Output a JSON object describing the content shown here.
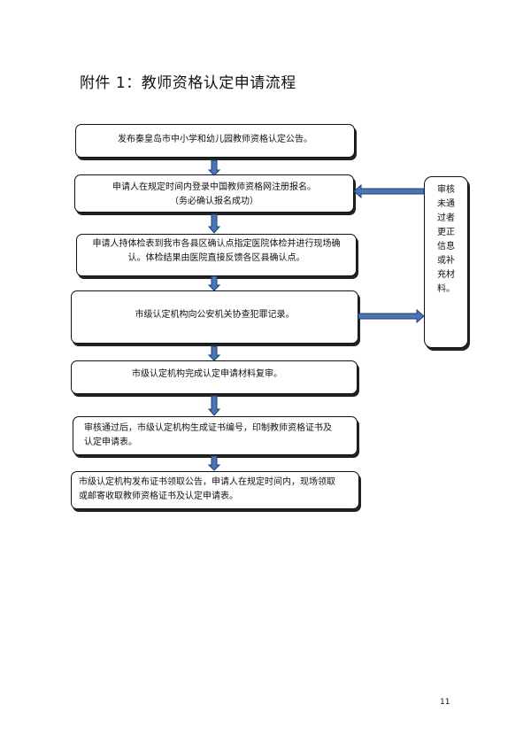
{
  "title": "附件 1：教师资格认定申请流程",
  "steps": [
    {
      "lines": [
        "发布秦皇岛市中小学和幼儿园教师资格认定公告。"
      ]
    },
    {
      "lines": [
        "申请人在规定时间内登录中国教师资格网注册报名。",
        "（务必确认报名成功）"
      ]
    },
    {
      "lines": [
        "申请人持体检表到我市各县区确认点指定医院体检并进行现场确",
        "认。体检结果由医院直接反馈各区县确认点。"
      ]
    },
    {
      "lines": [
        "市级认定机构向公安机关协查犯罪记录。"
      ]
    },
    {
      "lines": [
        "市级认定机构完成认定申请材料复审。"
      ]
    },
    {
      "lines": [
        "审核通过后，市级认定机构生成证书编号，印制教师资格证书及",
        "认定申请表。"
      ]
    },
    {
      "lines": [
        "市级认定机构发布证书领取公告，申请人在规定时间内，现场领取",
        "或邮寄收取教师资格证书及认定申请表。"
      ]
    }
  ],
  "side_note": {
    "lines": [
      "审核",
      "未通",
      "过者",
      "更正",
      "信息",
      "或补",
      "充材",
      "料。"
    ]
  },
  "page_number": "11",
  "colors": {
    "arrow_fill": "#4a76b5",
    "arrow_stroke": "#1f3f73",
    "border": "#111111"
  }
}
